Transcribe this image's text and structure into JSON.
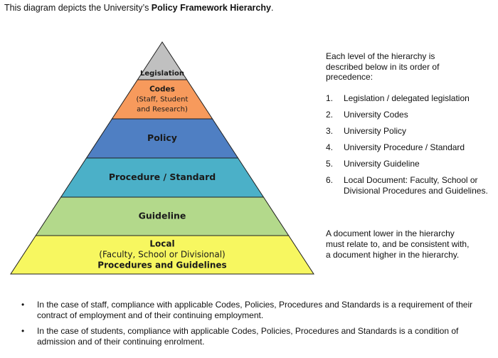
{
  "intro": {
    "prefix": "This diagram depicts the University’s ",
    "bold": "Policy Framework Hierarchy",
    "suffix": "."
  },
  "pyramid": {
    "levels": [
      {
        "name": "level-legislation",
        "color": "#c0c0c0",
        "lines": [
          {
            "text": "Legislation",
            "bold": true
          }
        ]
      },
      {
        "name": "level-codes",
        "color": "#f79a5c",
        "lines": [
          {
            "text": "Codes",
            "bold": true
          },
          {
            "text": "(Staff, Student",
            "bold": false
          },
          {
            "text": "and Research)",
            "bold": false
          }
        ]
      },
      {
        "name": "level-policy",
        "color": "#4f7fc3",
        "lines": [
          {
            "text": "Policy",
            "bold": true
          }
        ]
      },
      {
        "name": "level-procedure",
        "color": "#4bb0c8",
        "lines": [
          {
            "text": "Procedure / Standard",
            "bold": true
          }
        ]
      },
      {
        "name": "level-guideline",
        "color": "#b3d98b",
        "lines": [
          {
            "text": "Guideline",
            "bold": true
          }
        ]
      },
      {
        "name": "level-local",
        "color": "#f7f760",
        "lines": [
          {
            "text": "Local",
            "bold": true
          },
          {
            "text": "(Faculty, School or Divisional)",
            "bold": false
          },
          {
            "text": "Procedures and Guidelines",
            "bold": true
          }
        ]
      }
    ]
  },
  "description": {
    "intro": "Each level of the hierarchy  is described below in its order of precedence:",
    "items": [
      {
        "num": "1.",
        "text": "Legislation / delegated legislation"
      },
      {
        "num": "2.",
        "text": "University Codes"
      },
      {
        "num": "3.",
        "text": "University Policy"
      },
      {
        "num": "4.",
        "text": "University Procedure / Standard"
      },
      {
        "num": "5.",
        "text": "University Guideline"
      },
      {
        "num": "6.",
        "text": "Local Document: Faculty, School or Divisional Procedures and Guidelines."
      }
    ],
    "note": "A document lower in the hierarchy must relate to, and be consistent with, a document higher in the hierarchy."
  },
  "bullets": [
    "In the case of staff, compliance with applicable Codes, Policies, Procedures and Standards is a requirement  of their contract of employment and of their continuing employment.",
    "In the case of students, compliance with applicable Codes, Policies, Procedures and Standards is a condition of admission and of their continuing enrolment."
  ]
}
